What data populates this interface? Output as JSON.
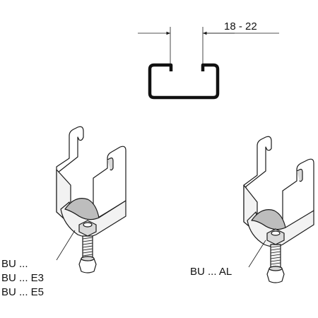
{
  "dimension": {
    "range_label": "18 - 22"
  },
  "clamps": {
    "left_labels": [
      "BU ...",
      "BU ... E3",
      "BU ... E5"
    ],
    "right_label": "BU ... AL"
  },
  "colors": {
    "line": "#1a1a1a",
    "background": "#ffffff",
    "shade": "#d9d9d9"
  }
}
